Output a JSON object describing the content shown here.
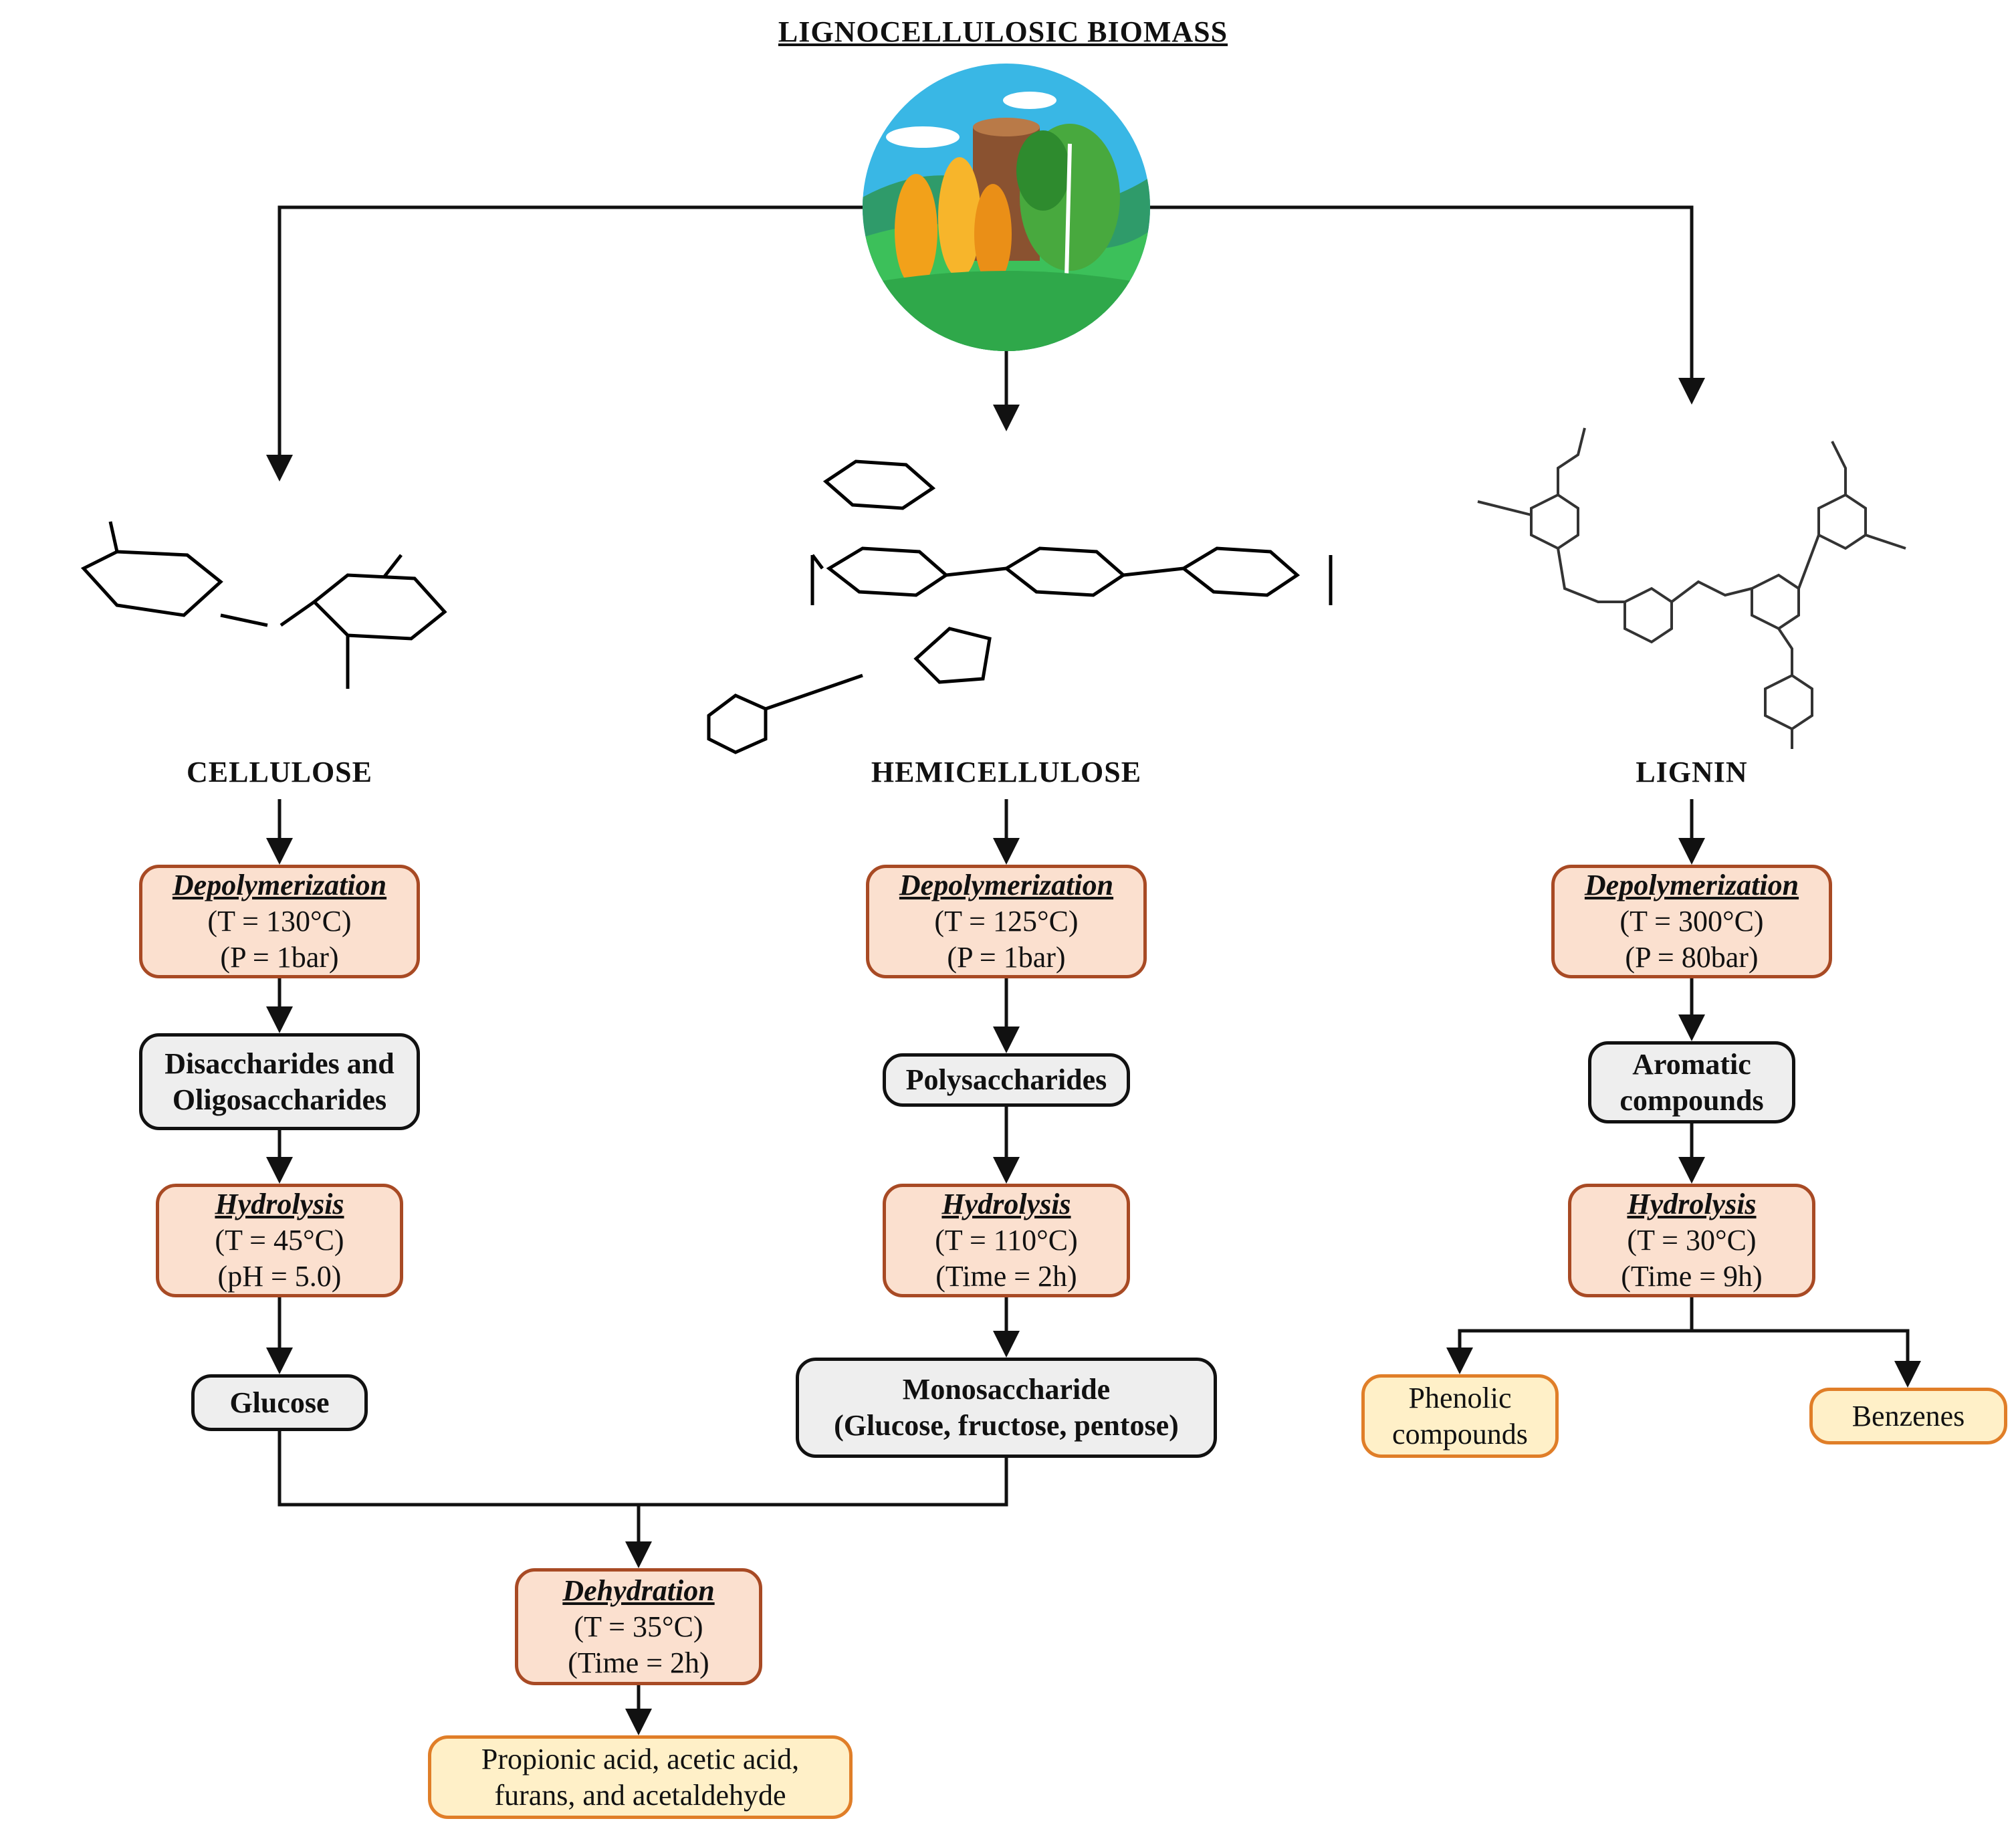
{
  "title": "LIGNOCELLULOSIC BIOMASS",
  "columns": {
    "cellulose": {
      "label": "CELLULOSE",
      "step1": {
        "name": "Depolymerization",
        "cond1": "(T = 130°C)",
        "cond2": "(P = 1bar)"
      },
      "interm1": {
        "line1": "Disaccharides and",
        "line2": "Oligosaccharides"
      },
      "step2": {
        "name": "Hydrolysis",
        "cond1": "(T = 45°C)",
        "cond2": "(pH = 5.0)"
      },
      "interm2": {
        "line1": "Glucose"
      }
    },
    "hemicellulose": {
      "label": "HEMICELLULOSE",
      "step1": {
        "name": "Depolymerization",
        "cond1": "(T = 125°C)",
        "cond2": "(P = 1bar)"
      },
      "interm1": {
        "line1": "Polysaccharides"
      },
      "step2": {
        "name": "Hydrolysis",
        "cond1": "(T = 110°C)",
        "cond2": "(Time = 2h)"
      },
      "interm2": {
        "line1": "Monosaccharide",
        "line2": "(Glucose, fructose, pentose)"
      }
    },
    "lignin": {
      "label": "LIGNIN",
      "step1": {
        "name": "Depolymerization",
        "cond1": "(T = 300°C)",
        "cond2": "(P = 80bar)"
      },
      "interm1": {
        "line1": "Aromatic",
        "line2": "compounds"
      },
      "step2": {
        "name": "Hydrolysis",
        "cond1": "(T = 30°C)",
        "cond2": "(Time = 9h)"
      },
      "product1": {
        "line1": "Phenolic",
        "line2": "compounds"
      },
      "product2": {
        "line1": "Benzenes"
      }
    }
  },
  "dehydration": {
    "name": "Dehydration",
    "cond1": "(T = 35°C)",
    "cond2": "(Time = 2h)"
  },
  "final_product": {
    "line1": "Propionic acid, acetic acid,",
    "line2": "furans, and acetaldehyde"
  },
  "colors": {
    "step_fill": "#fbe0cf",
    "step_border": "#a84a24",
    "intermediate_fill": "#eeeeee",
    "intermediate_border": "#111111",
    "product_fill": "#fff0c8",
    "product_border": "#e07e28"
  }
}
